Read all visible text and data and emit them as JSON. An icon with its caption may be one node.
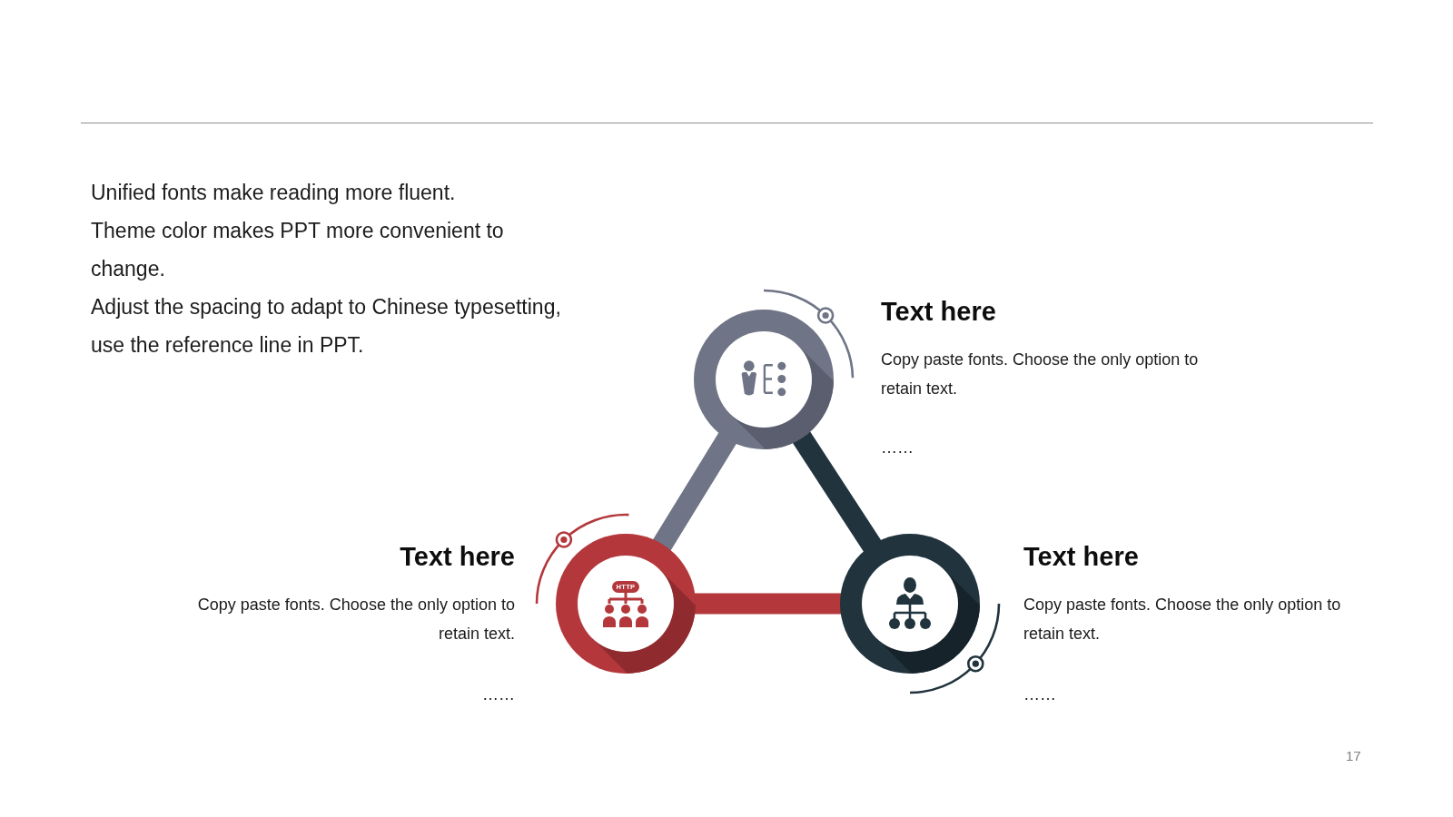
{
  "diagram": {
    "nodes": [
      {
        "text": [],
        "shape": "circle",
        "beside": [
          "Text here",
          "Copy paste fonts. Choose the only option to retain text."
        ]
      },
      {
        "text": [
          "HTTP"
        ],
        "beside": [
          "Text here",
          "Copy paste fonts. Choose the only option to retain text."
        ]
      },
      {
        "text": [],
        "shape": "circle",
        "beside": [
          "Text here",
          "Copy paste fonts. Choose the only option to retain text."
        ]
      }
    ],
    "edges": [
      {
        "from": 0,
        "to": 1,
        "arrow": "none",
        "color": "#6f7486"
      },
      {
        "from": 0,
        "to": 2,
        "arrow": "none",
        "color": "#21333d"
      },
      {
        "from": 1,
        "to": 2,
        "arrow": "none",
        "color": "#b3373b"
      }
    ],
    "labels": [
      "Unified fonts make reading more fluent.",
      "Theme color makes PPT more convenient to change.",
      "Adjust the spacing to adapt to Chinese typesetting, use the reference line in PPT.",
      "……",
      "……",
      "……",
      "17"
    ]
  }
}
